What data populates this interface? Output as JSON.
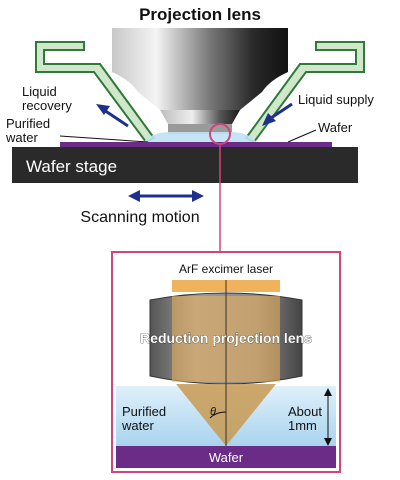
{
  "labels": {
    "projection_lens": "Projection lens",
    "liquid_recovery_1": "Liquid",
    "liquid_recovery_2": "recovery",
    "liquid_supply": "Liquid supply",
    "purified_water_1": "Purified",
    "purified_water_2": "water",
    "wafer": "Wafer",
    "wafer_stage": "Wafer stage",
    "scanning_motion": "Scanning motion"
  },
  "detail": {
    "arf_laser": "ArF excimer laser",
    "reduction_lens": "Reduction projection lens",
    "purified_water_1": "Purified",
    "purified_water_2": "water",
    "theta": "θ",
    "about_1": "About",
    "about_2": "1mm",
    "wafer": "Wafer"
  },
  "colors": {
    "nozzle_fill": "#cfe8c9",
    "nozzle_stroke": "#2f7a3a",
    "arrow_blue": "#1f2f8f",
    "stage": "#2a2a2a",
    "wafer": "#6a2c86",
    "detail_border": "#d0457a",
    "laser_orange": "#f0b25a",
    "water_blue": "#cfe3ef",
    "lens_gray": "#8a8a8a"
  }
}
